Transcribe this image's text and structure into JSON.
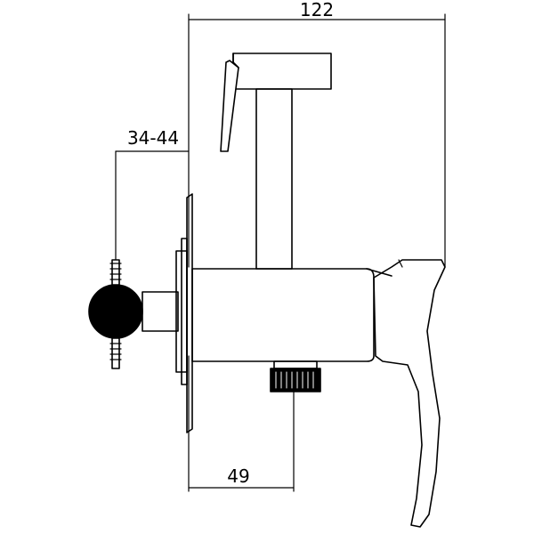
{
  "dimensions": {
    "overall_width": "122",
    "wall_range": "34-44",
    "outlet_offset": "49"
  },
  "colors": {
    "line": "#000000",
    "background": "#ffffff"
  }
}
